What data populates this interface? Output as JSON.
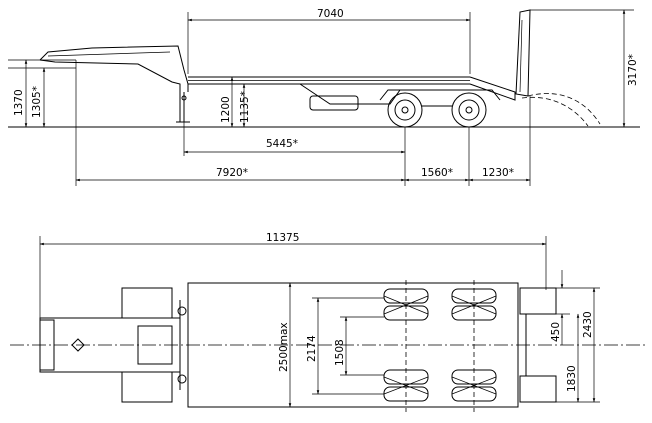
{
  "side_view": {
    "dims": {
      "overall_deck_length": "7040",
      "gooseneck_height": "1370",
      "gooseneck_height_loaded": "1305*",
      "deck_height": "1200",
      "deck_height_loaded": "1135*",
      "wheelbase": "5445*",
      "kingpin_to_axle": "7920*",
      "axle_spread": "1560*",
      "rear_overhang": "1230*",
      "overall_height_ramps": "3170*"
    }
  },
  "plan_view": {
    "dims": {
      "overall_length": "11375",
      "deck_width": "2500max",
      "track_outer": "2174",
      "track_inner": "1508",
      "ramp_width": "450",
      "ramp_outer": "2430",
      "ramp_inner": "1830"
    }
  }
}
